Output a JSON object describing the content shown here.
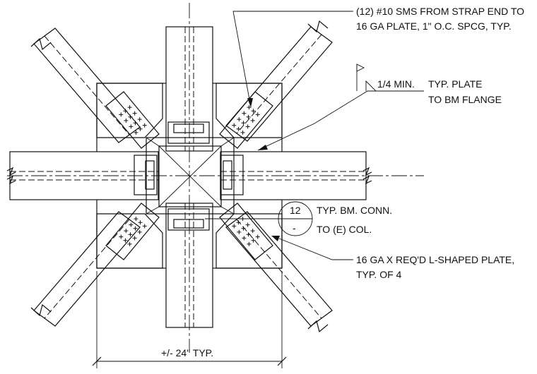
{
  "notes": {
    "sms_line1": "(12) #10 SMS FROM STRAP END TO",
    "sms_line2": "16 GA PLATE, 1\" O.C. SPCG, TYP.",
    "weld_size": "1/4 MIN.",
    "weld_line1": "TYP. PLATE",
    "weld_line2": "TO BM FLANGE",
    "conn_line1": "TYP. BM. CONN.",
    "conn_line2": "TO (E) COL.",
    "plate_line1": "16 GA X REQ'D L-SHAPED PLATE,",
    "plate_line2": "TYP. OF 4",
    "dimension": "+/- 24\" TYP."
  },
  "detail_callout": {
    "number": "12",
    "sheet": "-"
  }
}
